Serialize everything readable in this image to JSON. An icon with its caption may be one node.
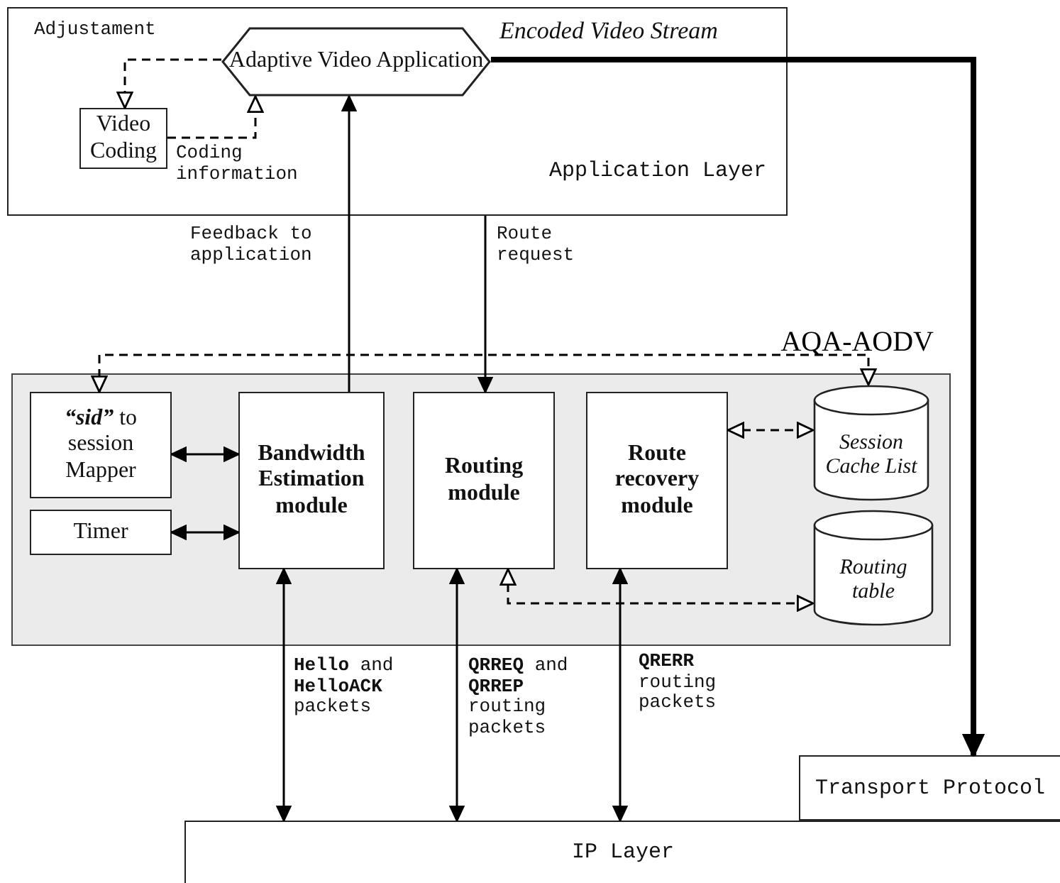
{
  "diagram": {
    "nodes": [
      {
        "text": [
          "Application Layer"
        ]
      },
      {
        "text": [
          "Adaptive Video Application"
        ],
        "in": 0
      },
      {
        "text": [
          "Video Coding"
        ],
        "in": 0
      },
      {
        "text": [
          "AQA-AODV"
        ]
      },
      {
        "text": [
          "**“sid”** to session Mapper"
        ],
        "in": 3
      },
      {
        "text": [
          "Timer"
        ],
        "in": 3
      },
      {
        "text": [
          "Bandwidth Estimation module"
        ],
        "in": 3
      },
      {
        "text": [
          "Routing module"
        ],
        "in": 3
      },
      {
        "text": [
          "Route recovery module"
        ],
        "in": 3
      },
      {
        "text": [
          "Session Cache List"
        ],
        "in": 3
      },
      {
        "text": [
          "Routing table"
        ],
        "in": 3
      },
      {
        "text": [
          "Transport Protocol"
        ]
      },
      {
        "text": [
          "IP Layer"
        ]
      }
    ],
    "edges": [
      {
        "from": 1,
        "to": 2,
        "arrow": "to",
        "label": "Adjustament",
        "style": "dashed"
      },
      {
        "from": 2,
        "to": 1,
        "arrow": "to",
        "label": "Coding information",
        "style": "dashed"
      },
      {
        "from": 6,
        "to": 1,
        "arrow": "to",
        "label": "Feedback to application"
      },
      {
        "from": 0,
        "to": 7,
        "arrow": "to",
        "label": "Route request"
      },
      {
        "from": 1,
        "to": 11,
        "arrow": "to",
        "label": "Encoded Video Stream",
        "style": "thick"
      },
      {
        "from": 4,
        "to": 6,
        "arrow": "both"
      },
      {
        "from": 5,
        "to": 6,
        "arrow": "both"
      },
      {
        "from": 4,
        "to": 9,
        "arrow": "both",
        "style": "dashed"
      },
      {
        "from": 8,
        "to": 9,
        "arrow": "both",
        "style": "dashed"
      },
      {
        "from": 7,
        "to": 10,
        "arrow": "both",
        "style": "dashed"
      },
      {
        "from": 6,
        "to": 12,
        "arrow": "both",
        "label": "**Hello** and **HelloACK** packets"
      },
      {
        "from": 7,
        "to": 12,
        "arrow": "both",
        "label": "**QRREQ** and **QRREP** routing packets"
      },
      {
        "from": 8,
        "to": 12,
        "arrow": "both",
        "label": "**QRERR** routing packets"
      }
    ]
  }
}
